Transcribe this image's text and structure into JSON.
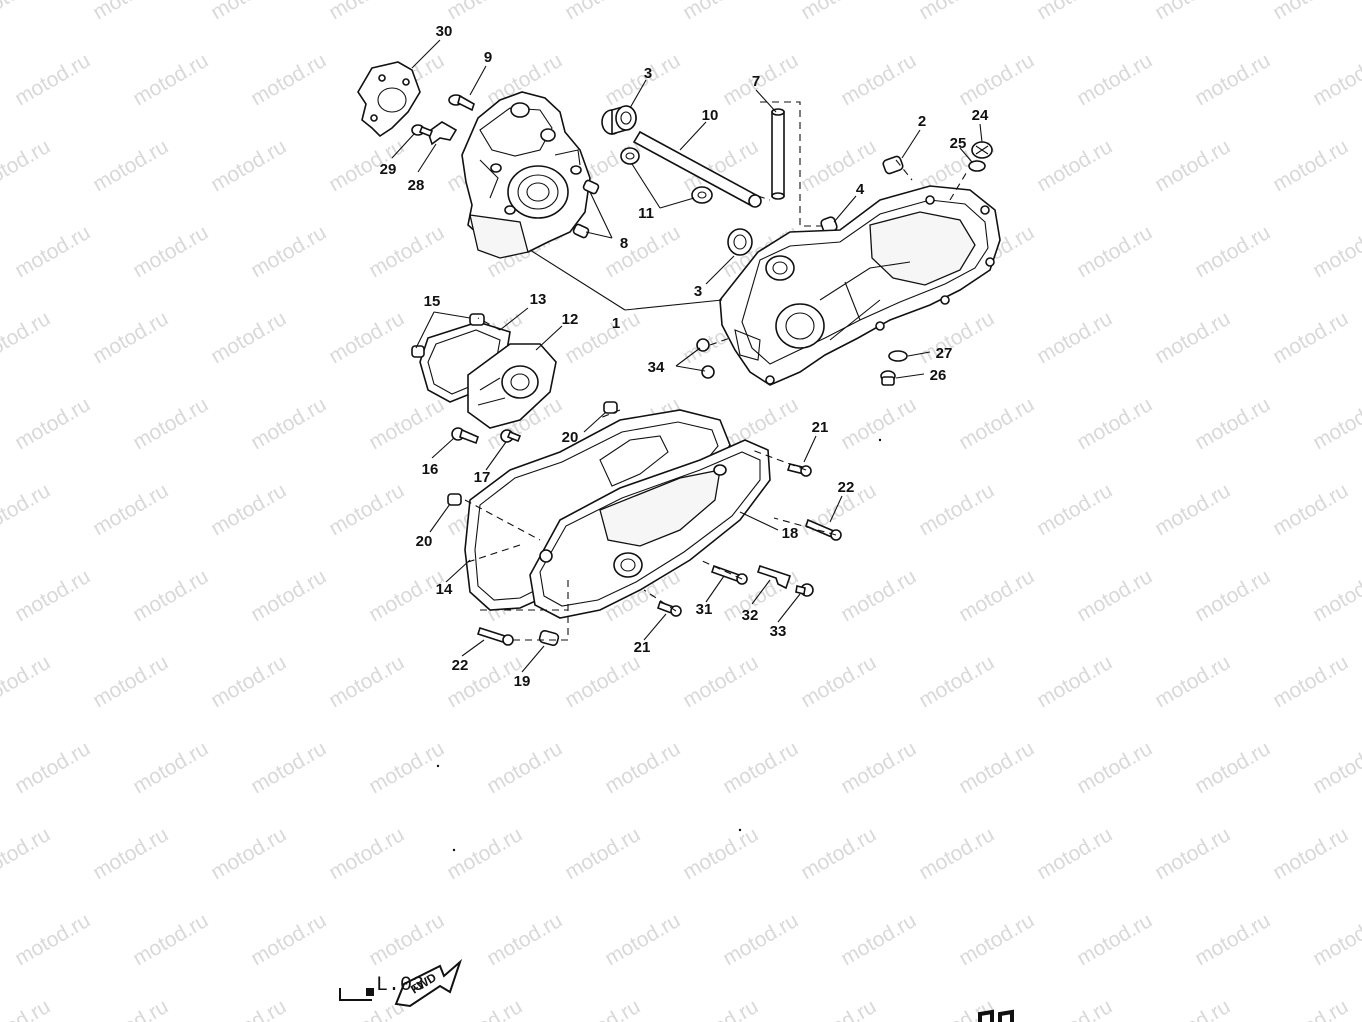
{
  "watermark": {
    "text": "motod.ru"
  },
  "corner_mark": {
    "label": "FWD",
    "code": "L.03"
  },
  "callouts": [
    {
      "id": "c30",
      "text": "30"
    },
    {
      "id": "c9",
      "text": "9"
    },
    {
      "id": "c3a",
      "text": "3"
    },
    {
      "id": "c10",
      "text": "10"
    },
    {
      "id": "c7",
      "text": "7"
    },
    {
      "id": "c2",
      "text": "2"
    },
    {
      "id": "c24",
      "text": "24"
    },
    {
      "id": "c25",
      "text": "25"
    },
    {
      "id": "c29",
      "text": "29"
    },
    {
      "id": "c28",
      "text": "28"
    },
    {
      "id": "c11",
      "text": "11"
    },
    {
      "id": "c4",
      "text": "4"
    },
    {
      "id": "c8",
      "text": "8"
    },
    {
      "id": "c3b",
      "text": "3"
    },
    {
      "id": "c1",
      "text": "1"
    },
    {
      "id": "c15",
      "text": "15"
    },
    {
      "id": "c13",
      "text": "13"
    },
    {
      "id": "c12",
      "text": "12"
    },
    {
      "id": "c34",
      "text": "34"
    },
    {
      "id": "c27",
      "text": "27"
    },
    {
      "id": "c26",
      "text": "26"
    },
    {
      "id": "c20a",
      "text": "20"
    },
    {
      "id": "c21a",
      "text": "21"
    },
    {
      "id": "c16",
      "text": "16"
    },
    {
      "id": "c17",
      "text": "17"
    },
    {
      "id": "c22a",
      "text": "22"
    },
    {
      "id": "c20b",
      "text": "20"
    },
    {
      "id": "c18",
      "text": "18"
    },
    {
      "id": "c14",
      "text": "14"
    },
    {
      "id": "c31",
      "text": "31"
    },
    {
      "id": "c32",
      "text": "32"
    },
    {
      "id": "c33",
      "text": "33"
    },
    {
      "id": "c21b",
      "text": "21"
    },
    {
      "id": "c22b",
      "text": "22"
    },
    {
      "id": "c19",
      "text": "19"
    }
  ]
}
